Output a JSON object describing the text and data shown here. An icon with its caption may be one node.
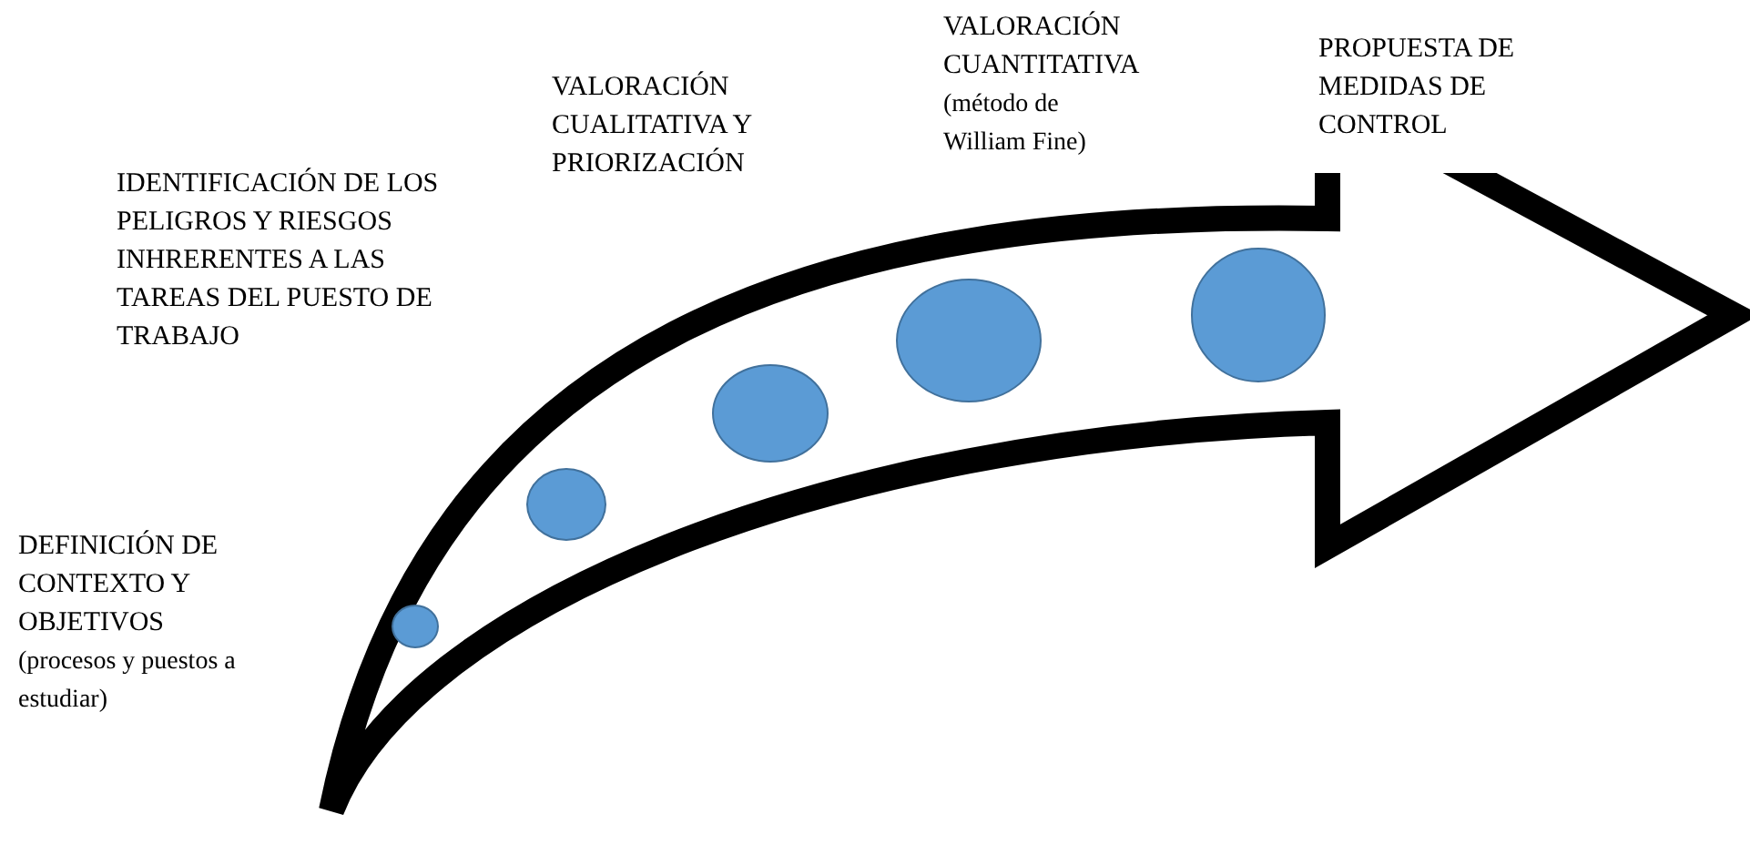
{
  "diagram": {
    "nodes": [
      {
        "text": [],
        "shape": "circle"
      },
      {
        "text": [],
        "shape": "circle"
      },
      {
        "text": [],
        "shape": "circle"
      },
      {
        "text": [],
        "shape": "circle"
      },
      {
        "text": [],
        "shape": "circle"
      }
    ],
    "labels": [
      "VALORACIÓN CUANTITATIVA",
      "(método de William Fine)",
      "PROPUESTA DE MEDIDAS DE CONTROL",
      "VALORACIÓN CUALITATIVA Y PRIORIZACIÓN",
      "IDENTIFICACIÓN DE LOS PELIGROS Y RIESGOS INHRERENTES A LAS TAREAS DEL PUESTO DE TRABAJO",
      "DEFINICIÓN DE CONTEXTO Y OBJETIVOS",
      "(procesos y puestos a estudiar)"
    ]
  }
}
